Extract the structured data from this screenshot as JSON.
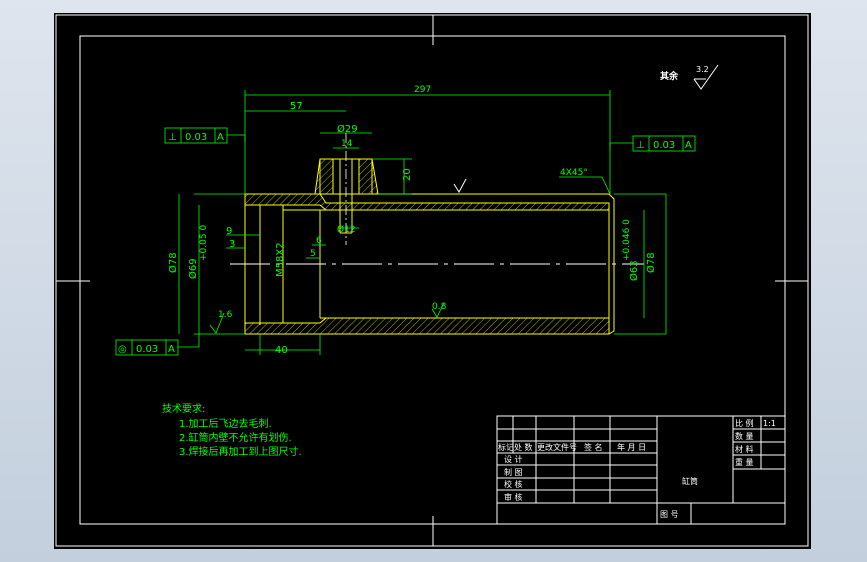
{
  "surface_finish": {
    "label": "其余",
    "value": "3.2"
  },
  "dims": {
    "overall": "297",
    "d57": "57",
    "d29": "Ø29",
    "d14": "14",
    "d20": "20",
    "chamfer": "4X45°",
    "d9": "9",
    "d3": "3",
    "d6": "6",
    "d5": "5",
    "d12": "Ø12",
    "thread": "M58X2",
    "d40": "40",
    "od_left": "Ø78",
    "od_right": "Ø78",
    "bore_left": "Ø69",
    "bore_left_tol": "+0.05 0",
    "bore_right": "Ø63",
    "bore_right_tol": "+0.046 0",
    "rough_left": "1.6",
    "rough_mid": "0.8"
  },
  "tolerances": {
    "perp_left": {
      "symbol": "⊥",
      "value": "0.03",
      "datum": "A"
    },
    "perp_right": {
      "symbol": "⊥",
      "value": "0.03",
      "datum": "A"
    },
    "concentric": {
      "symbol": "◎",
      "value": "0.03",
      "datum": "A"
    }
  },
  "notes": {
    "title": "技术要求:",
    "items": [
      "1.加工后飞边去毛刺.",
      "2.缸筒内壁不允许有划伤.",
      "3.焊接后再加工到上图尺寸."
    ]
  },
  "title_block": {
    "part_name": "缸筒",
    "scale_label": "比 例",
    "scale_value": "1:1",
    "qty_label": "数 量",
    "material_label": "材 料",
    "weight_label": "重 量",
    "drawing_no_label": "图  号",
    "rev_headers": [
      "标记",
      "处 数",
      "更改文件号",
      "签 名",
      "年 月 日"
    ],
    "roles": [
      "设 计",
      "制 图",
      "校 核",
      "审 核"
    ]
  }
}
